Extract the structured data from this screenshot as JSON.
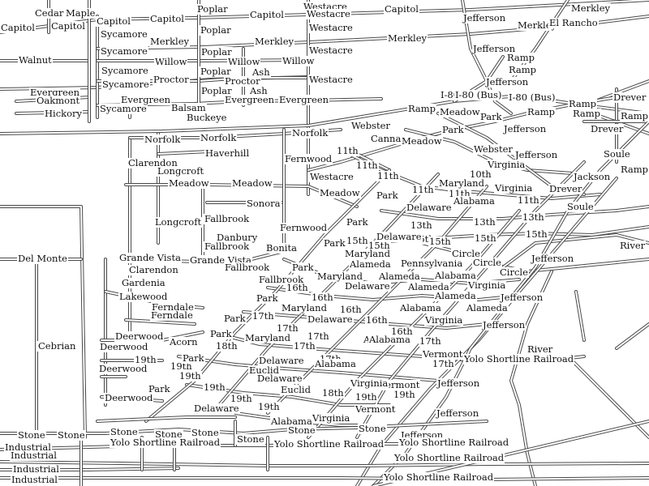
{
  "map": {
    "colors": {
      "background": "#ffffff",
      "road_casing": "#4a4a4a",
      "road_fill": "#ffffff",
      "text": "#111111"
    },
    "labels": [
      "Cedar",
      "Maple",
      "Capitol",
      "Capitol",
      "Capitol",
      "Capitol",
      "Capitol",
      "Capitol",
      "Poplar",
      "Westacre",
      "Westacre",
      "Jefferson",
      "Merkley",
      "Merkley",
      "El Rancho",
      "Walnut",
      "Sycamore",
      "Sycamore",
      "Sycamore",
      "Sycamore",
      "Sycamore",
      "Merkley",
      "Merkley",
      "Merkley",
      "Poplar",
      "Poplar",
      "Poplar",
      "Poplar",
      "Willow",
      "Willow",
      "Willow",
      "Proctor",
      "Proctor",
      "Ash",
      "Ash",
      "Westacre",
      "Westacre",
      "Westacre",
      "Evergreen",
      "Evergreen",
      "Evergreen",
      "Evergreen",
      "Oakmont",
      "Hickory",
      "Balsam",
      "Buckeye",
      "Jefferson",
      "Ramp",
      "Ramp",
      "Jefferson",
      "I-80 (Bus)",
      "I-80 (Bus)",
      "I-80 (Bus)",
      "Ramp",
      "Meadow",
      "Park",
      "Ramp",
      "Ramp",
      "Ramp",
      "Drever",
      "Drever",
      "Ramp",
      "Webster",
      "Canna",
      "11th",
      "11th",
      "11th",
      "11th",
      "Meadow",
      "Park",
      "Jefferson",
      "Webster",
      "Jefferson",
      "Soule",
      "Ramp",
      "Norfolk",
      "Norfolk",
      "Norfolk",
      "Haverhill",
      "Clarendon",
      "Longcroft",
      "Meadow",
      "Meadow",
      "Fernwood",
      "Westacre",
      "Meadow",
      "Park",
      "10th",
      "Maryland",
      "11th",
      "Virginia",
      "Virginia",
      "Jackson",
      "Drever",
      "Sonora",
      "Longcroft",
      "Fallbrook",
      "Fernwood",
      "Park",
      "Alabama",
      "11th",
      "Delaware",
      "Soule",
      "13th",
      "13th",
      "13th",
      "15th",
      "15th",
      "15th",
      "Danbury",
      "Fallbrook",
      "Bonita",
      "Grande Vista",
      "Grande Vista",
      "Clarendon",
      "Gardenia",
      "Del Monte",
      "Fallbrook",
      "Fallbrook",
      "Park",
      "Park",
      "15th",
      "15th",
      "Delaware",
      "15th",
      "Maryland",
      "Alameda",
      "Pennsylvania",
      "Circle",
      "Circle",
      "Circle",
      "Jefferson",
      "River",
      "16th",
      "Maryland",
      "Alameda",
      "Alabama",
      "Virginia",
      "16th",
      "Park",
      "Delaware",
      "Alameda",
      "Alameda",
      "Lakewood",
      "Ferndale",
      "Ferndale",
      "Maryland",
      "16th",
      "Alabama",
      "Jefferson",
      "Park",
      "17th",
      "Delaware",
      "16th",
      "Alabama",
      "Virginia",
      "Alameda",
      "Jefferson",
      "Cebrian",
      "17th",
      "Maryland",
      "17th",
      "16th",
      "Deerwood",
      "Acorn",
      "Deerwood",
      "Park",
      "18th",
      "17th",
      "Alabama",
      "17th",
      "Vermont",
      "17th",
      "River",
      "Yolo Shortline Railroad",
      "19th",
      "19th",
      "Deerwood",
      "19th",
      "Park",
      "Delaware",
      "Euclid",
      "Delaware",
      "Alabama",
      "17th",
      "Vermont",
      "Jefferson",
      "Virginia",
      "Deerwood",
      "Park",
      "19th",
      "Euclid",
      "18th",
      "19th",
      "19th",
      "19th",
      "Delaware",
      "19th",
      "Virginia",
      "Vermont",
      "Jefferson",
      "Alabama",
      "Stone",
      "Stone",
      "Stone",
      "Stone",
      "Stone",
      "Stone",
      "Stone",
      "Stone",
      "Jefferson",
      "Yolo Shortline Railroad",
      "Yolo Shortline Railroad",
      "Yolo Shortline Railroad",
      "Yolo Shortline Railroad",
      "Yolo Shortline Railroad",
      "Industrial",
      "Industrial",
      "Industrial",
      "Industrial"
    ]
  }
}
